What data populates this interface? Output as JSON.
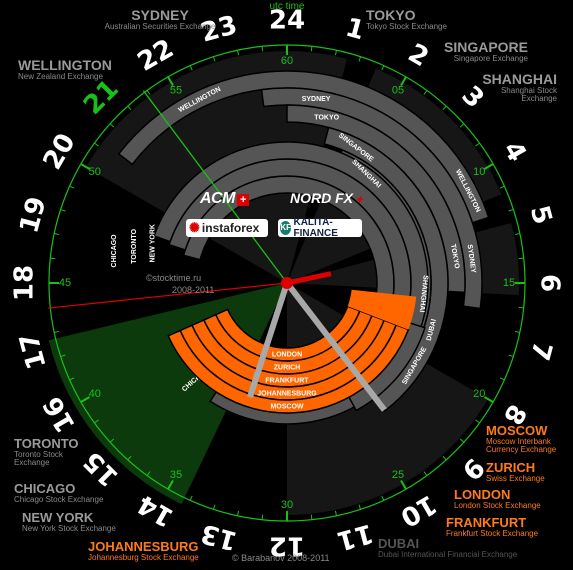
{
  "utc_label": "utc time",
  "hours": [
    "24",
    "1",
    "2",
    "3",
    "4",
    "5",
    "6",
    "7",
    "8",
    "9",
    "10",
    "11",
    "12",
    "13",
    "14",
    "15",
    "16",
    "17",
    "18",
    "19",
    "20",
    "21",
    "22",
    "23"
  ],
  "highlight_hour": "21",
  "minute_marks": [
    "60",
    "05",
    "10",
    "15",
    "20",
    "25",
    "30",
    "35",
    "40",
    "45",
    "50",
    "55"
  ],
  "current_time": {
    "hour": 21,
    "minute": 33
  },
  "rings": {
    "outer": [
      {
        "label": "WELLINGTON"
      },
      {
        "label": "SYDNEY"
      },
      {
        "label": "TOKYO"
      },
      {
        "label": "SINGAPORE"
      },
      {
        "label": "SHANGHAI"
      },
      {
        "label": "DUBAI"
      },
      {
        "label": "NEW YORK"
      },
      {
        "label": "TORONTO"
      },
      {
        "label": "CHICAGO"
      }
    ],
    "active": [
      "LONDON",
      "ZURICH",
      "FRANKFURT",
      "JOHANNESBURG",
      "MOSCOW"
    ]
  },
  "cities": {
    "sydney": {
      "name": "SYDNEY",
      "exchange": "Australian Securities Exchange"
    },
    "tokyo": {
      "name": "TOKYO",
      "exchange": "Tokyo Stock Exchange"
    },
    "wellington": {
      "name": "WELLINGTON",
      "exchange": "New Zealand Exchange"
    },
    "singapore": {
      "name": "SINGAPORE",
      "exchange": "Singapore Exchange"
    },
    "shanghai": {
      "name": "SHANGHAI",
      "exchange": "Shanghai Stock Exchange"
    },
    "moscow": {
      "name": "MOSCOW",
      "exchange": "Moscow Interbank Currency Exchange"
    },
    "zurich": {
      "name": "ZURICH",
      "exchange": "Swiss Exchange"
    },
    "london": {
      "name": "LONDON",
      "exchange": "London Stock Exchange"
    },
    "frankfurt": {
      "name": "FRANKFURT",
      "exchange": "Frankfurt Stock Exchange"
    },
    "dubai": {
      "name": "DUBAI",
      "exchange": "Dubai International Financial Exchange"
    },
    "toronto": {
      "name": "TORONTO",
      "exchange": "Toronto Stock Exchange"
    },
    "chicago": {
      "name": "CHICAGO",
      "exchange": "Chicago Stock Exchange"
    },
    "newyork": {
      "name": "NEW YORK",
      "exchange": "New York Stock Exchange"
    },
    "johannesburg": {
      "name": "JOHANNESBURG",
      "exchange": "Johannesburg Stock Exchange"
    }
  },
  "brands": {
    "acm": "ACM",
    "nordfx": "NORD FX",
    "instaforex": "instaforex",
    "kalita": "KALITA-FINANCE"
  },
  "site_credit": "©stocktime.ru",
  "site_years": "2008-2011",
  "author_credit": "© Barabanov 2008-2011",
  "colors": {
    "green": "#18c018",
    "orange": "#ff6600",
    "ring": "#555555",
    "hand": "#a8a8a8",
    "red": "#dd0000"
  }
}
